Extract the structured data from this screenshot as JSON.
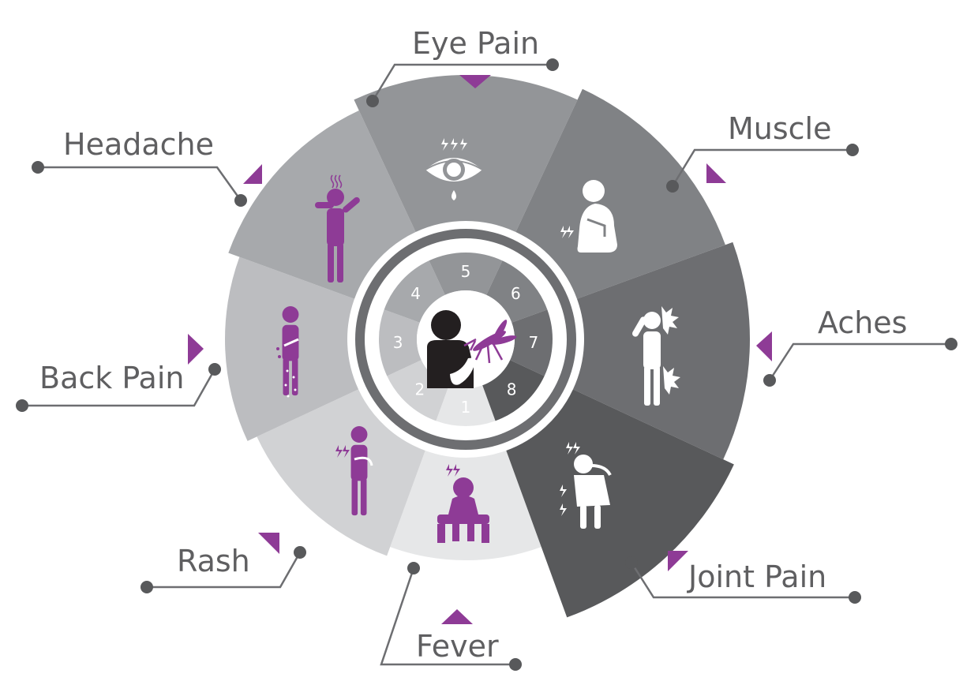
{
  "colors": {
    "accent": "#8e3b96",
    "text": "#5f5f61",
    "white": "#ffffff",
    "dark_figure": "#231f20"
  },
  "symptoms": [
    {
      "id": "fever",
      "label": "Fever",
      "number": "1",
      "color": "#e6e7e8",
      "icon": "sitting-person-icon",
      "icon_color": "#8e3b96"
    },
    {
      "id": "rash",
      "label": "Rash",
      "number": "2",
      "color": "#d1d2d4",
      "icon": "person-rash-icon",
      "icon_color": "#8e3b96"
    },
    {
      "id": "back-pain",
      "label": "Back Pain",
      "number": "3",
      "color": "#bcbdc0",
      "icon": "person-back-pain-icon",
      "icon_color": "#8e3b96"
    },
    {
      "id": "headache",
      "label": "Headache",
      "number": "4",
      "color": "#a7a9ac",
      "icon": "person-headache-icon",
      "icon_color": "#8e3b96"
    },
    {
      "id": "eye-pain",
      "label": "Eye Pain",
      "number": "5",
      "color": "#939598",
      "icon": "eye-pain-icon",
      "icon_color": "#ffffff"
    },
    {
      "id": "muscle",
      "label": "Muscle",
      "number": "6",
      "color": "#808285",
      "icon": "kneeling-person-icon",
      "icon_color": "#ffffff"
    },
    {
      "id": "aches",
      "label": "Aches",
      "number": "7",
      "color": "#6d6e71",
      "icon": "person-aches-icon",
      "icon_color": "#ffffff"
    },
    {
      "id": "joint-pain",
      "label": "Joint Pain",
      "number": "8",
      "color": "#58595b",
      "icon": "woman-joint-pain-icon",
      "icon_color": "#ffffff"
    }
  ],
  "center": {
    "icon": "mosquito-bite-icon"
  }
}
